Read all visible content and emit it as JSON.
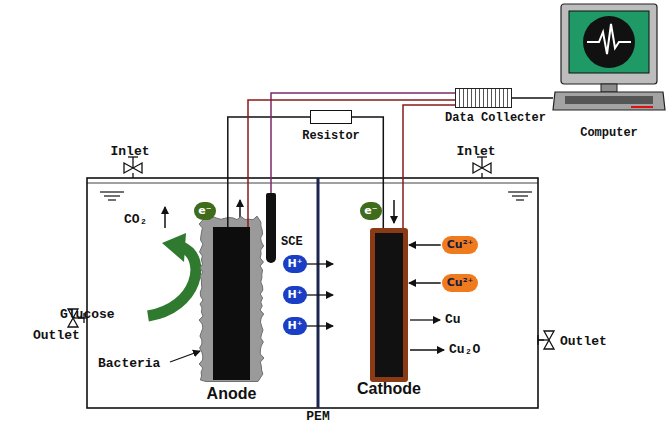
{
  "diagram": {
    "nodes": [
      {
        "text": [
          "Resistor"
        ]
      },
      {
        "text": [
          "Data Collecter"
        ]
      },
      {
        "text": [
          "Computer"
        ]
      },
      {
        "text": [
          "SCE"
        ]
      },
      {
        "text": [
          "e⁻"
        ]
      },
      {
        "text": [
          "e⁻"
        ]
      },
      {
        "text": [
          "Anode"
        ]
      },
      {
        "text": [
          "Cathode"
        ]
      },
      {
        "text": [
          "Cu²⁺"
        ]
      },
      {
        "text": [
          "Cu²⁺"
        ]
      },
      {
        "text": [
          "H⁺"
        ]
      },
      {
        "text": [
          "H⁺"
        ]
      },
      {
        "text": [
          "H⁺"
        ]
      }
    ],
    "edges": [
      {
        "from": 6,
        "to": 0,
        "arrow": "none"
      },
      {
        "from": 0,
        "to": 7,
        "arrow": "none"
      },
      {
        "from": 3,
        "to": 1,
        "arrow": "none"
      },
      {
        "from": 6,
        "to": 1,
        "arrow": "none"
      },
      {
        "from": 7,
        "to": 1,
        "arrow": "none"
      },
      {
        "from": 1,
        "to": 2,
        "arrow": "none"
      },
      {
        "from": 8,
        "to": 7,
        "arrow": "to"
      },
      {
        "from": 9,
        "to": 7,
        "arrow": "to"
      }
    ],
    "labels": [
      "Inlet",
      "Inlet",
      "CO₂",
      "Glucose",
      "Outlet",
      "Bacteria",
      "Cu",
      "Cu₂O",
      "Outlet",
      "PEM"
    ]
  }
}
